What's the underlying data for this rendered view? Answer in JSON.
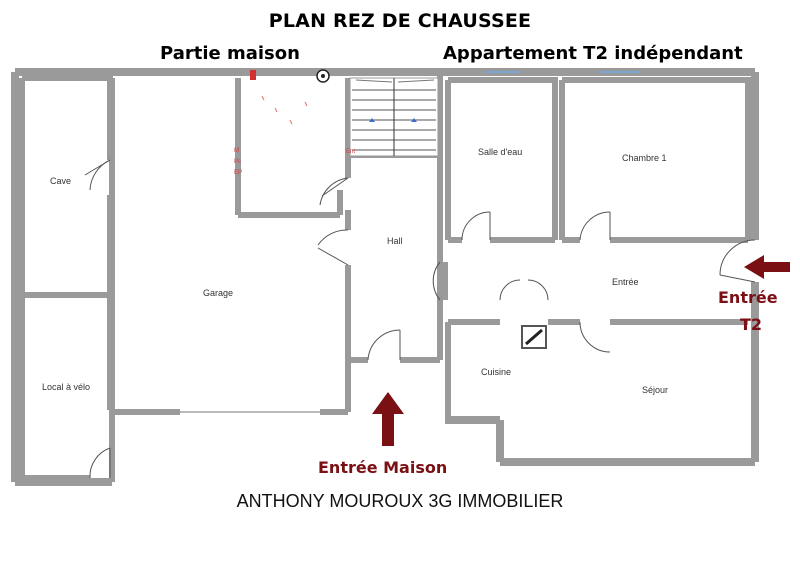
{
  "header": {
    "title": "PLAN REZ DE CHAUSSEE",
    "left_section": "Partie maison",
    "right_section": "Appartement T2 indépendant"
  },
  "rooms": {
    "cave": "Cave",
    "garage": "Garage",
    "local_velo": "Local à vélo",
    "hall": "Hall",
    "salle_eau": "Salle d'eau",
    "chambre": "Chambre 1",
    "entree": "Entrée",
    "cuisine": "Cuisine",
    "sejour": "Séjour"
  },
  "technical_labels": [
    "M",
    "Pc",
    "EP"
  ],
  "technical_label_right": "Ent",
  "entries": {
    "maison": "Entrée Maison",
    "t2_line1": "Entrée",
    "t2_line2": "T2"
  },
  "footer": "ANTHONY MOUROUX 3G IMMOBILIER",
  "colors": {
    "wall": "#9a9a9a",
    "arrow": "#7a0f14",
    "stair_marker": "#3a6fd0",
    "tech_marker": "#d03030"
  }
}
